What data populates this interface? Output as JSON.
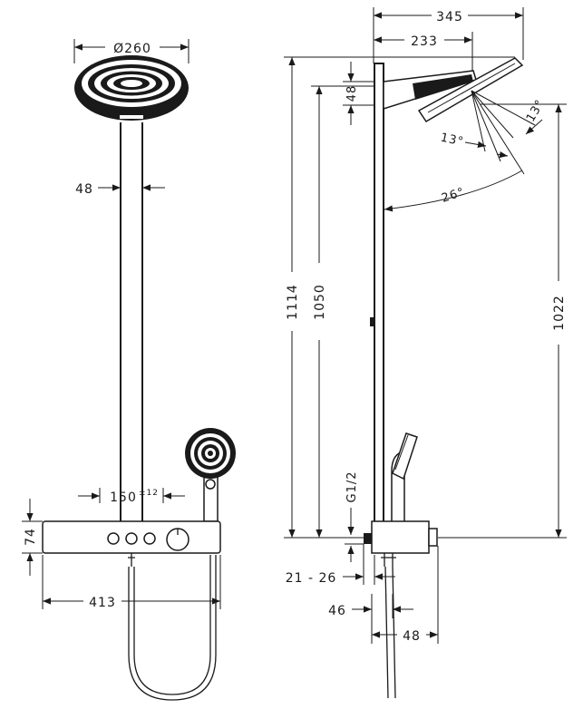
{
  "front_view": {
    "head_diameter": "Ø260",
    "pipe_width": "48",
    "control_spacing": "150",
    "control_spacing_tol": "±12",
    "shelf_height": "74",
    "shelf_width": "413"
  },
  "side_view": {
    "arm_reach": "345",
    "arm_length": "233",
    "arm_thickness": "48",
    "tilt_angle_a": "13°",
    "tilt_angle_b": "13°",
    "tilt_angle_total": "26°",
    "overall_height": "1114",
    "rail_height": "1050",
    "head_height": "1022",
    "connection_thread": "G1/2",
    "wall_distance": "21 - 26",
    "rail_offset": "46",
    "shelf_depth": "48"
  }
}
